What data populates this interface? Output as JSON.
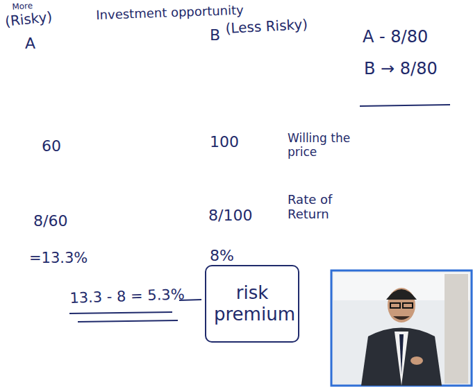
{
  "diagram": {
    "nodes": [
      {
        "text": [
          "risk premium"
        ]
      }
    ],
    "labels": [
      "More",
      "(Risky)",
      "A",
      "Investment opportunity",
      "B",
      "(Less Risky)",
      "A - 8/80",
      "B → 8/80",
      "60",
      "100",
      "Willing the price",
      "8/60",
      "8/100",
      "Rate of Return",
      "=13.3%",
      "8%",
      "13.3 - 8 = 5.3%"
    ]
  }
}
